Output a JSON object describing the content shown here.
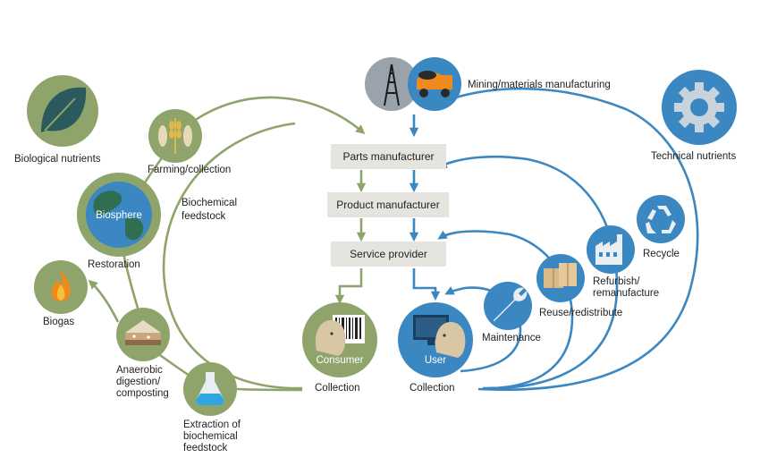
{
  "colors": {
    "biological": "#8fa46a",
    "technical": "#3a87c2",
    "box": "#e6e4df",
    "skin": "#d9c6a5"
  },
  "biological": {
    "title": "Biological nutrients",
    "farming": "Farming/collection",
    "biochemical_feedstock_1": "Biochemical",
    "biochemical_feedstock_2": "feedstock",
    "biosphere": "Biosphere",
    "restoration": "Restoration",
    "biogas": "Biogas",
    "anaerobic_1": "Anaerobic",
    "anaerobic_2": "digestion/",
    "anaerobic_3": "composting",
    "extraction_1": "Extraction of",
    "extraction_2": "biochemical",
    "extraction_3": "feedstock"
  },
  "chain": {
    "parts": "Parts manufacturer",
    "product": "Product manufacturer",
    "service": "Service provider",
    "consumer": "Consumer",
    "user": "User",
    "collection_left": "Collection",
    "collection_right": "Collection"
  },
  "technical": {
    "title": "Technical nutrients",
    "mining": "Mining/materials manufacturing",
    "maintenance": "Maintenance",
    "reuse": "Reuse/redistribute",
    "refurbish_1": "Refurbish/",
    "refurbish_2": "remanufacture",
    "recycle": "Recycle"
  },
  "icons": [
    "leaf-icon",
    "wheat-fish-icon",
    "globe-icon",
    "flame-icon",
    "soil-layers-icon",
    "flask-icon",
    "barcode-person-icon",
    "oil-rig-icon",
    "mining-truck-icon",
    "gear-icon",
    "monitor-person-icon",
    "wrench-icon",
    "boxes-icon",
    "factory-icon",
    "recycle-icon"
  ]
}
